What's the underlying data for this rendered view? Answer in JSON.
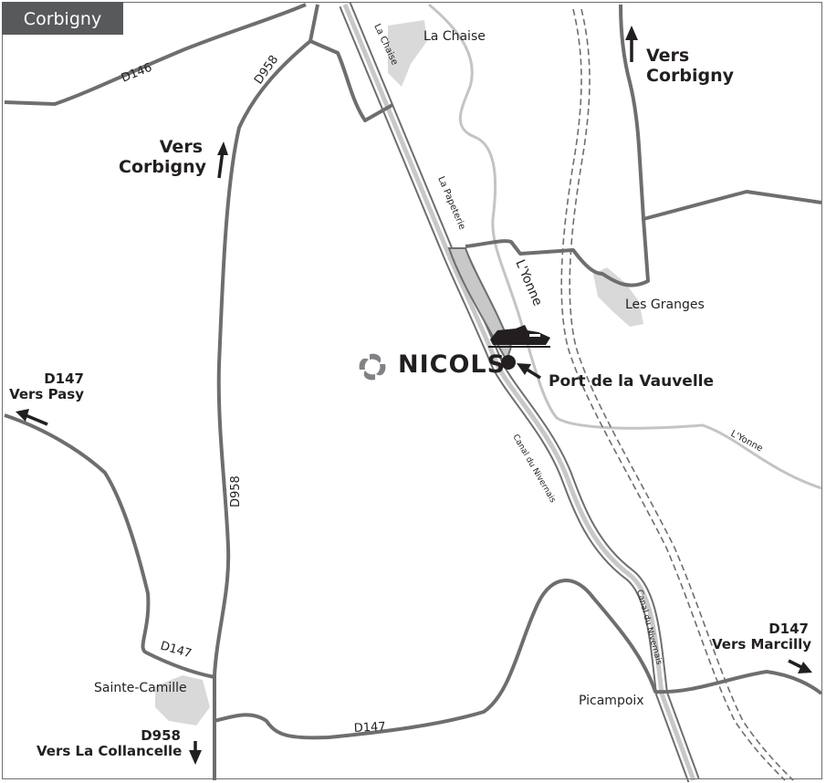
{
  "title": "Corbigny",
  "colors": {
    "road": "#6d6e70",
    "canal_fill": "#c8c8c8",
    "river": "#c4c4c4",
    "town_area": "#d9d9d9",
    "title_bg": "#58595b"
  },
  "brand": "NICOLS",
  "roads": {
    "d146": "D146",
    "d958_north": "D958",
    "d958_mid": "D958",
    "d147_west": "D147",
    "d147_south": "D147"
  },
  "directions": {
    "north_west": {
      "line1": "Vers",
      "line2": "Corbigny"
    },
    "north_east": {
      "line1": "Vers",
      "line2": "Corbigny"
    },
    "west": {
      "line1": "D147",
      "line2": "Vers Pasy"
    },
    "east": {
      "line1": "D147",
      "line2": "Vers Marcilly"
    },
    "south": {
      "line1": "D958",
      "line2": "Vers La Collancelle"
    }
  },
  "places": {
    "la_chaise": "La Chaise",
    "les_granges": "Les Granges",
    "sainte_camille": "Sainte-Camille",
    "picampoix": "Picampoix",
    "port": "Port de la Vauvelle"
  },
  "waterways": {
    "la_chaise_canal": "La Chaise",
    "la_papeterie": "La Papeterie",
    "yonne_north": "L'Yonne",
    "yonne_east": "L'Yonne",
    "canal1": "Canal du Nivernais",
    "canal2": "Canal du Nivernais"
  },
  "icons": [
    "boat-icon",
    "location-dot-icon",
    "arrow-icon",
    "nicols-logo-icon"
  ]
}
